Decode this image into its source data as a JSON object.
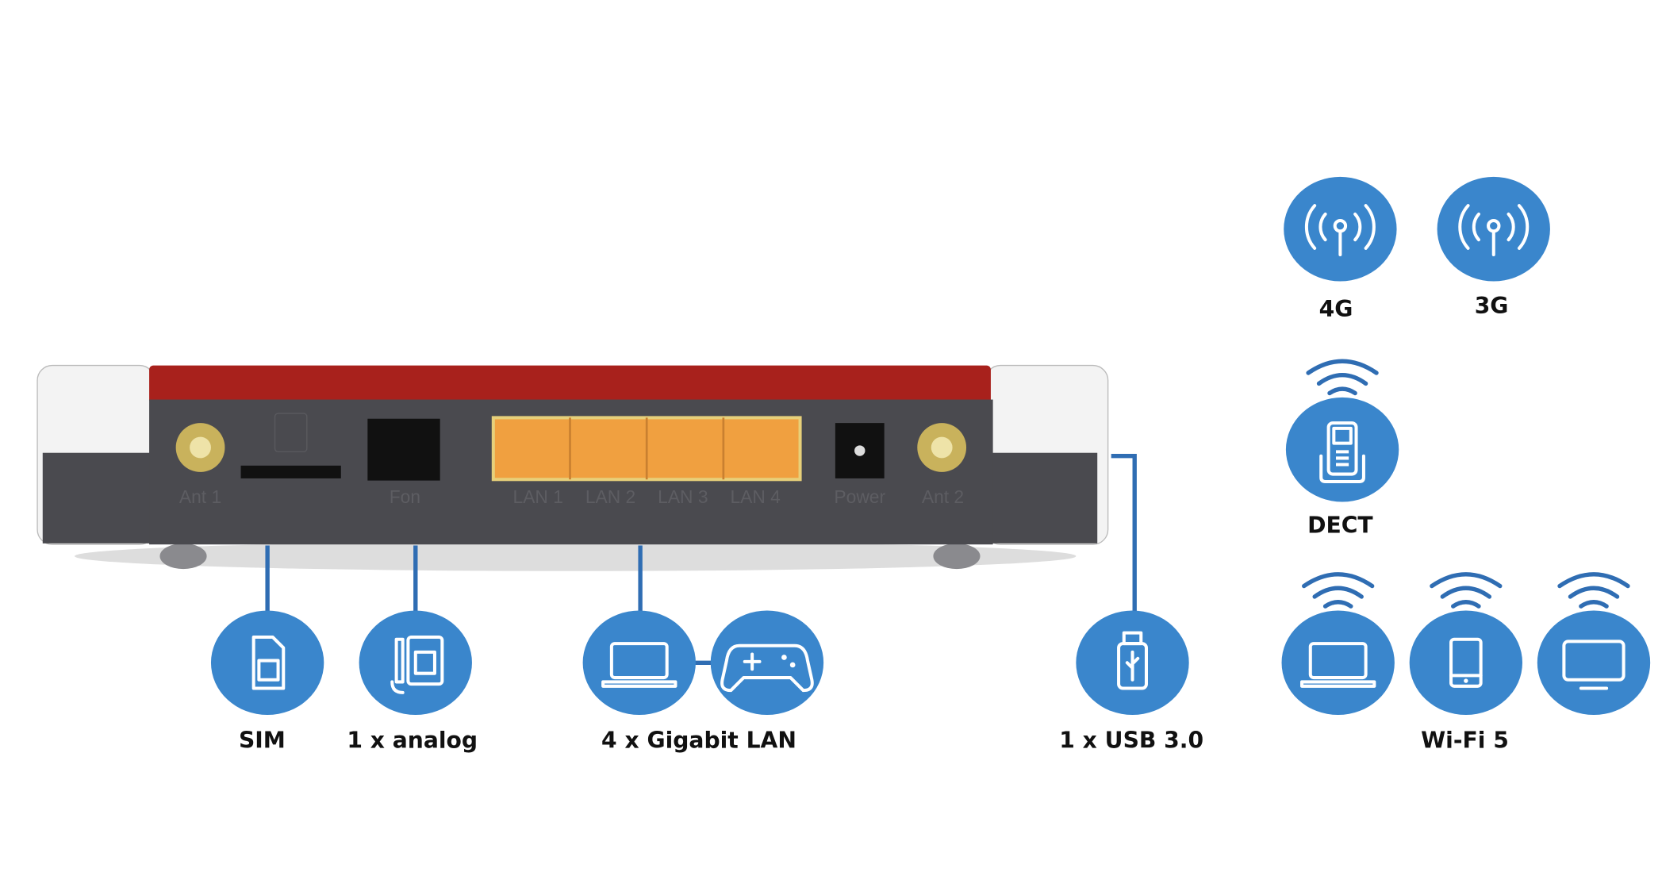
{
  "colors": {
    "accent": "#3a86cc",
    "router_red": "#a8211c",
    "router_gray": "#4a4a4f",
    "lan_port": "#f0a040"
  },
  "router": {
    "ports": {
      "ant1": "Ant 1",
      "fon": "Fon",
      "lan1": "LAN 1",
      "lan2": "LAN 2",
      "lan3": "LAN 3",
      "lan4": "LAN 4",
      "power": "Power",
      "ant2": "Ant 2"
    }
  },
  "features": {
    "sim": {
      "label": "SIM",
      "icon": "sim-card-icon"
    },
    "analog": {
      "label": "1 x analog",
      "icon": "desk-phone-icon"
    },
    "lan": {
      "label": "4 x Gigabit LAN",
      "icons": [
        "laptop-icon",
        "gamepad-icon"
      ]
    },
    "usb": {
      "label": "1 x USB 3.0",
      "icon": "usb-stick-icon"
    },
    "g4": {
      "label": "4G",
      "icon": "antenna-icon"
    },
    "g3": {
      "label": "3G",
      "icon": "antenna-icon"
    },
    "dect": {
      "label": "DECT",
      "icon": "cordless-phone-icon"
    },
    "wifi": {
      "label": "Wi-Fi 5",
      "icons": [
        "laptop-icon",
        "tablet-icon",
        "monitor-icon"
      ]
    }
  }
}
